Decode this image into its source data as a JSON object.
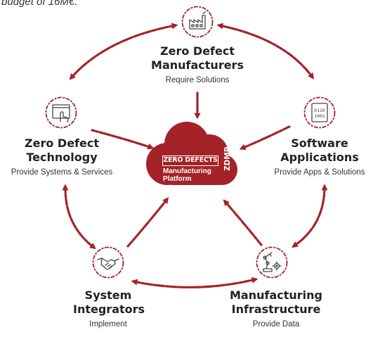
{
  "caption": "budget of 16M€.",
  "colors": {
    "accent": "#a32328",
    "text": "#222222"
  },
  "center": {
    "badge": "ZERO DEFECTS",
    "subtitle_line1": "Manufacturing",
    "subtitle_line2": "Platform",
    "side_text": "ZDMP"
  },
  "nodes": {
    "manufacturers": {
      "title_line1": "Zero Defect",
      "title_line2": "Manufacturers",
      "subtitle": "Require Solutions",
      "icon": "factory-icon"
    },
    "technology": {
      "title_line1": "Zero Defect",
      "title_line2": "Technology",
      "subtitle": "Provide Systems & Services",
      "icon": "touch-screen-icon"
    },
    "software": {
      "title_line1": "Software",
      "title_line2": "Applications",
      "subtitle": "Provide Apps & Solutions",
      "icon": "binary-code-icon"
    },
    "integrators": {
      "title_line1": "System",
      "title_line2": "Integrators",
      "subtitle": "Implement",
      "icon": "handshake-icon"
    },
    "infrastructure": {
      "title_line1": "Manufacturing",
      "title_line2": "Infrastructure",
      "subtitle": "Provide Data",
      "icon": "robot-arm-icon"
    }
  }
}
